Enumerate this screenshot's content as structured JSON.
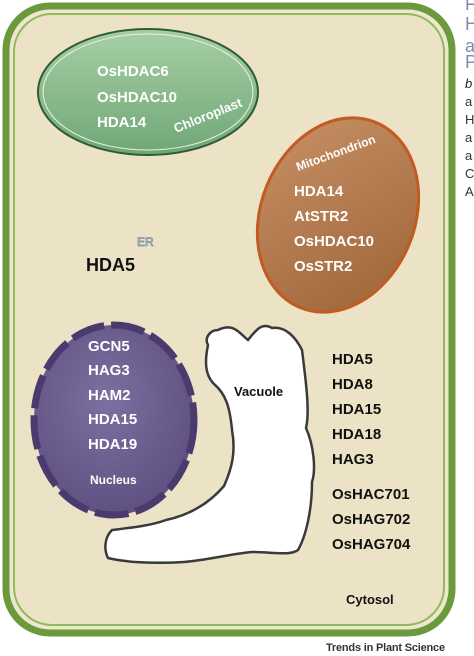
{
  "figure": {
    "cell_label": "Cytosol",
    "er_label": "ER",
    "er_protein": "HDA5",
    "chloroplast": {
      "label": "Chloroplast",
      "proteins": [
        "OsHDAC6",
        "OsHDAC10",
        "HDA14"
      ]
    },
    "mitochondrion": {
      "label": "Mitochondrion",
      "proteins": [
        "HDA14",
        "AtSTR2",
        "OsHDAC10",
        "OsSTR2"
      ]
    },
    "nucleus": {
      "label": "Nucleus",
      "proteins": [
        "GCN5",
        "HAG3",
        "HAM2",
        "HDA15",
        "HDA19"
      ]
    },
    "vacuole": {
      "label": "Vacuole"
    },
    "cytosol_proteins": [
      "HDA5",
      "HDA8",
      "HDA15",
      "HDA18",
      "HAG3",
      "OsHAC701",
      "OsHAG702",
      "OsHAG704"
    ],
    "footer": "Trends in Plant Science"
  },
  "colors": {
    "cell_fill": "#ece3c7",
    "cell_border": "#6a9a3c",
    "chloroplast_fill": "#86b98a",
    "mitochondrion_fill": "#b97a4a",
    "nucleus_fill": "#6a5c8c",
    "nucleus_border": "#4b3a6e"
  },
  "side_text_fragments": [
    "F",
    "H",
    "a",
    "P",
    "b",
    "a",
    "H",
    "a",
    "a",
    "C",
    "A"
  ]
}
